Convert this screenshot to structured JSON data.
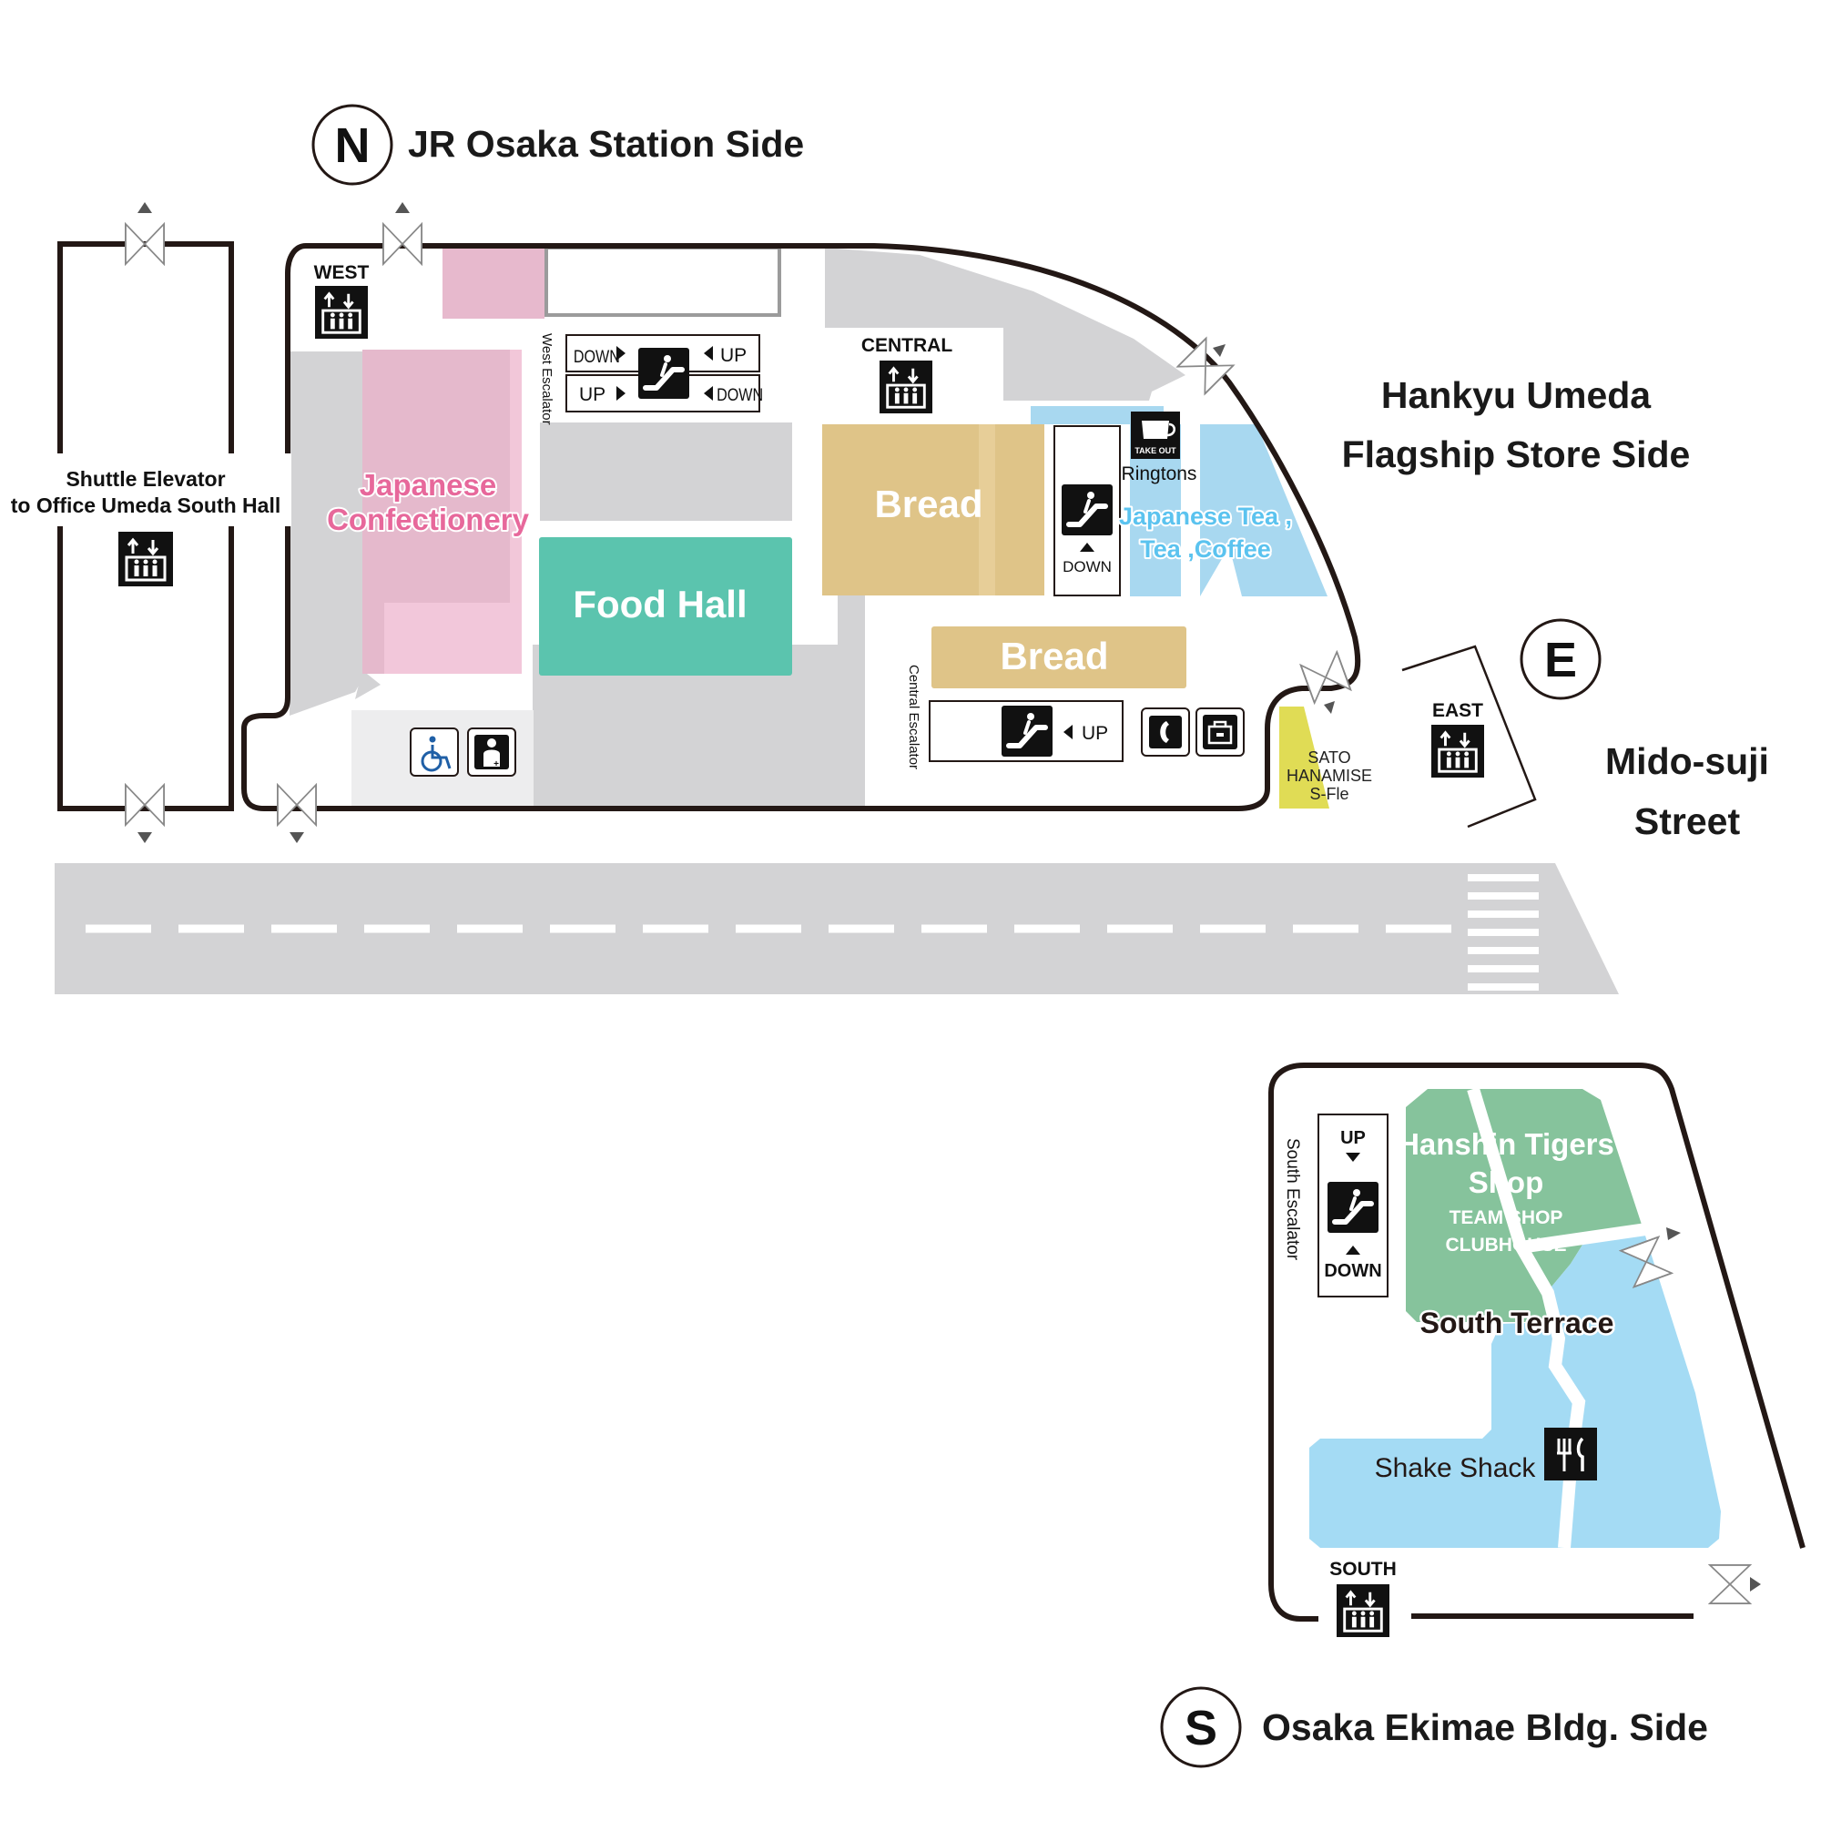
{
  "compass": {
    "north": {
      "letter": "N",
      "label": "JR Osaka Station Side"
    },
    "east": {
      "letter": "E",
      "label_line1": "Mido-suji",
      "label_line2": "Street"
    },
    "south": {
      "letter": "S",
      "label": "Osaka Ekimae Bldg. Side"
    }
  },
  "hankyu_side": {
    "line1": "Hankyu Umeda",
    "line2": "Flagship Store Side"
  },
  "shuttle": {
    "line1": "Shuttle Elevator",
    "line2": "to Office Umeda South Hall"
  },
  "elevators": {
    "west": "WEST",
    "central": "CENTRAL",
    "east": "EAST",
    "south": "SOUTH"
  },
  "shops": {
    "japanese_confectionery_line1": "Japanese",
    "japanese_confectionery_line2": "Confectionery",
    "food_hall": "Food Hall",
    "bread_north": "Bread",
    "bread_south": "Bread",
    "tea_line1": "Japanese Tea ,",
    "tea_line2": "Tea ,Coffee",
    "ringtons": "Ringtons",
    "sato_line1": "SATO",
    "sato_line2": "HANAMISE",
    "sato_line3": "S-Fle",
    "tigers_line1": "Hanshin Tigers",
    "tigers_line2": "Shop",
    "tigers_sub1": "TEAM SHOP",
    "tigers_sub2": "CLUBHOUSE",
    "south_terrace": "South Terrace",
    "shake_shack": "Shake Shack",
    "take_out": "TAKE OUT"
  },
  "escalators": {
    "west_label": "West Escalator",
    "west_down_left": "DOWN",
    "west_up_right": "UP",
    "west_up_left": "UP",
    "west_down_right": "DOWN",
    "tea_down": "DOWN",
    "central_label": "Central Escalator",
    "central_up": "UP",
    "south_label": "South Escalator",
    "south_up": "UP",
    "south_down": "DOWN"
  },
  "icons": [
    "elevator-icon",
    "escalator-icon",
    "wheelchair-icon",
    "nursing-room-icon",
    "telephone-icon",
    "coin-locker-icon",
    "take-out-cup-icon",
    "restaurant-icon",
    "door-icon"
  ],
  "colors": {
    "confectionery": "#e5b9cc",
    "confectionery_text": "#e7689b",
    "food_hall": "#5bc4ae",
    "bread": "#dfc488",
    "tea": "#a8d8f0",
    "tea_text": "#5bc3ef",
    "sato": "#e0dc55",
    "tigers": "#86c39c",
    "terrace": "#a4dbf4",
    "aisle": "#d3d3d5",
    "outline": "#231815"
  }
}
